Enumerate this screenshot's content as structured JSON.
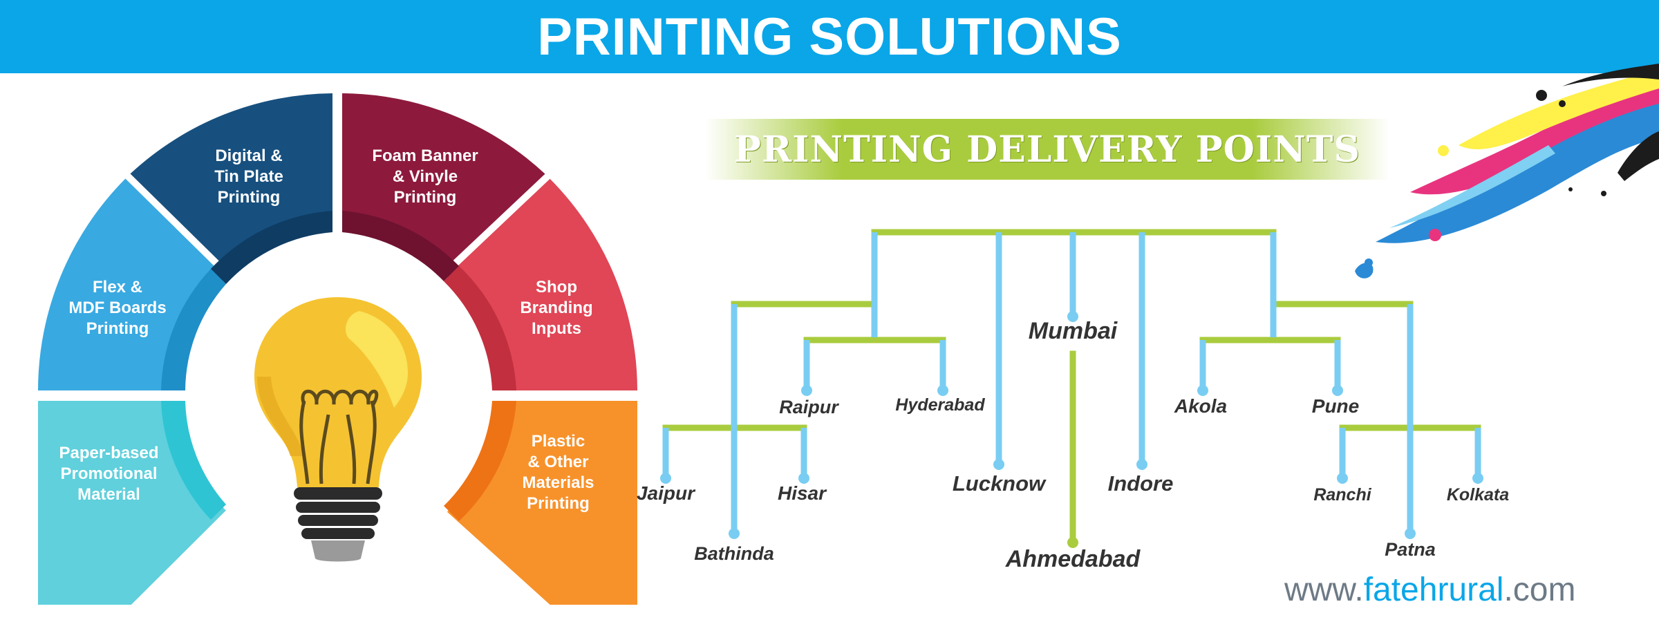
{
  "title": "PRINTING SOLUTIONS",
  "segments": [
    {
      "label": "Digital  &\nTin Plate\nPrinting",
      "color": "#17507f"
    },
    {
      "label": "Foam Banner\n& Vinyle\nPrinting",
      "color": "#8d1a3d"
    },
    {
      "label": "Flex &\nMDF Boards\nPrinting",
      "color": "#39a9e1"
    },
    {
      "label": "Shop\nBranding\nInputs",
      "color": "#e04656"
    },
    {
      "label": "Paper-based\nPromotional\nMaterial",
      "color": "#5fd0dc"
    },
    {
      "label": "Plastic\n& Other\nMaterials\nPrinting",
      "color": "#f7922b"
    }
  ],
  "delivery": {
    "heading": "PRINTING DELIVERY POINTS",
    "cities": [
      "Jaipur",
      "Bathinda",
      "Hisar",
      "Raipur",
      "Hyderabad",
      "Lucknow",
      "Mumbai",
      "Ahmedabad",
      "Indore",
      "Akola",
      "Pune",
      "Ranchi",
      "Patna",
      "Kolkata"
    ]
  },
  "website": {
    "prefix": "www.",
    "brand": "fatehrural",
    "suffix": ".com"
  },
  "colors": {
    "header": "#0aa6e8",
    "tree_green": "#a9cc3e",
    "tree_blue": "#79cdf2",
    "bulb_yellow": "#f5c331"
  }
}
